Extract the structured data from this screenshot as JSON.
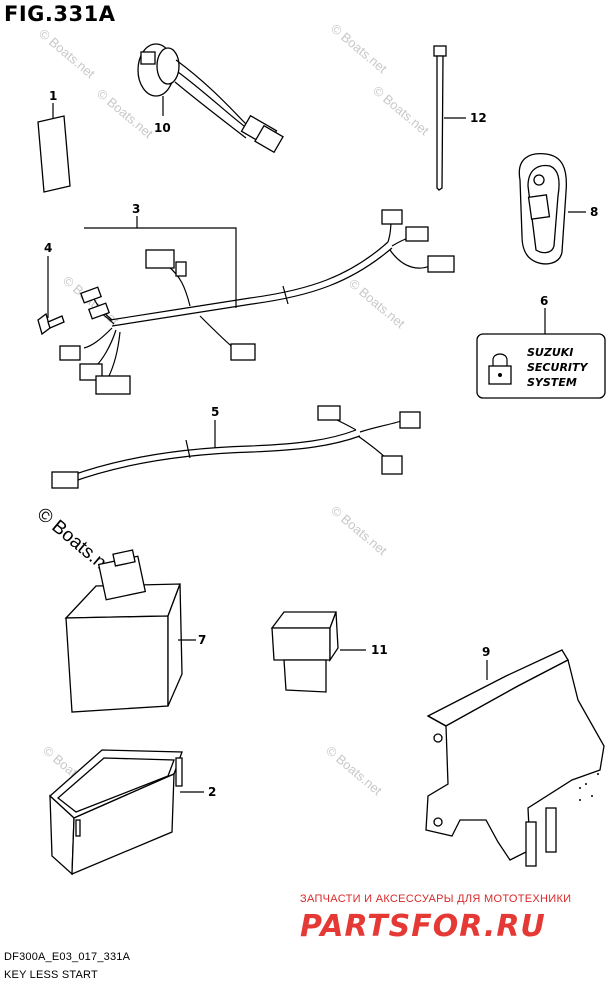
{
  "figure": {
    "title": "FIG.331A",
    "code": "DF300A_E03_017_331A",
    "caption": "KEY LESS START"
  },
  "parts": [
    {
      "ref": "1"
    },
    {
      "ref": "2"
    },
    {
      "ref": "3"
    },
    {
      "ref": "4"
    },
    {
      "ref": "5"
    },
    {
      "ref": "6"
    },
    {
      "ref": "7"
    },
    {
      "ref": "8"
    },
    {
      "ref": "9"
    },
    {
      "ref": "10"
    },
    {
      "ref": "11"
    },
    {
      "ref": "12"
    }
  ],
  "security_label": {
    "line1": "SUZUKI",
    "line2": "SECURITY",
    "line3": "SYSTEM"
  },
  "watermark": {
    "small": "© Boats.net",
    "large": "© Boats.net"
  },
  "promo": {
    "tagline": "ЗАПЧАСТИ И АКСЕССУАРЫ ДЛЯ МОТОТЕХНИКИ",
    "logo": "PARTSFOR.RU"
  },
  "colors": {
    "promo_red": "#e53935"
  }
}
